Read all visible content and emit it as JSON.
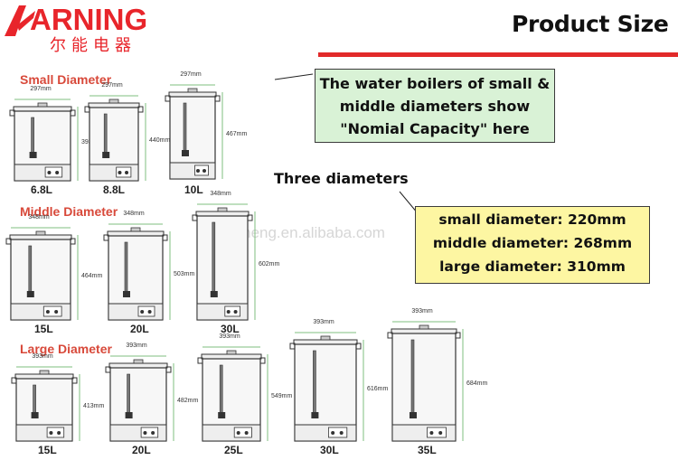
{
  "brand": {
    "name": "ARNING",
    "chinese_name": "尔能电器"
  },
  "header": {
    "title": "Product Size"
  },
  "sections": [
    {
      "label": "Small Diameter",
      "boilers": [
        {
          "capacity": "6.8L",
          "width": "297mm",
          "height": "393mm"
        },
        {
          "capacity": "8.8L",
          "width": "297mm",
          "height": "440mm"
        },
        {
          "capacity": "10L",
          "width": "297mm",
          "height": "467mm"
        }
      ]
    },
    {
      "label": "Middle Diameter",
      "boilers": [
        {
          "capacity": "15L",
          "width": "348mm",
          "height": "464mm"
        },
        {
          "capacity": "20L",
          "width": "348mm",
          "height": "503mm"
        },
        {
          "capacity": "30L",
          "width": "348mm",
          "height": "602mm"
        }
      ]
    },
    {
      "label": "Large Diameter",
      "boilers": [
        {
          "capacity": "15L",
          "width": "393mm",
          "height": "413mm"
        },
        {
          "capacity": "20L",
          "width": "393mm",
          "height": "482mm"
        },
        {
          "capacity": "25L",
          "width": "393mm",
          "height": "549mm"
        },
        {
          "capacity": "30L",
          "width": "393mm",
          "height": "616mm"
        },
        {
          "capacity": "35L",
          "width": "393mm",
          "height": "684mm"
        }
      ]
    }
  ],
  "note_box": {
    "lines": [
      "The water boilers of small &",
      "middle diameters show",
      "\"Nomial Capacity\" here"
    ]
  },
  "diameters": {
    "heading": "Three diameters",
    "lines": [
      "small diameter: 220mm",
      "middle diameter: 268mm",
      "large diameter: 310mm"
    ]
  },
  "watermark": "sdemeng.en.alibaba.com",
  "colors": {
    "brand_red": "#e8252b",
    "rule_red": "#e22a2a",
    "section_label": "#d8493a",
    "note_bg": "#d9f2d6",
    "diam_bg": "#fdf6a2",
    "dim_green": "#7fbf7f"
  }
}
